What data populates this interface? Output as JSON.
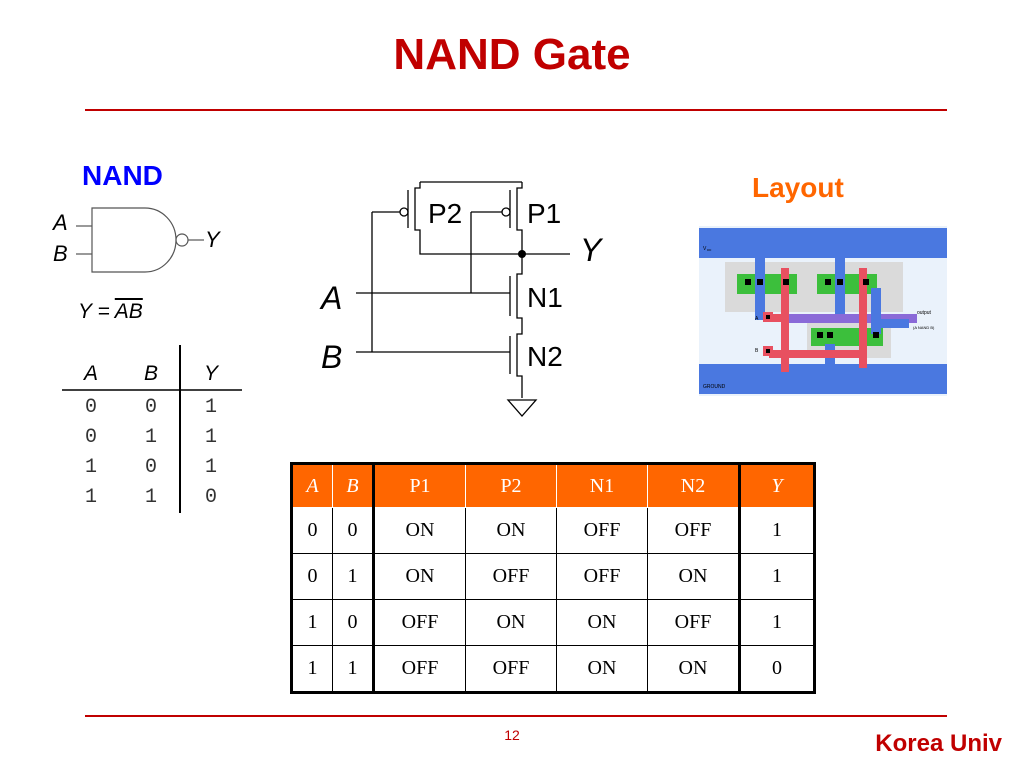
{
  "title": "NAND Gate",
  "nand_label": "NAND",
  "layout_label": "Layout",
  "gate": {
    "input_a": "A",
    "input_b": "B",
    "output": "Y"
  },
  "equation": {
    "lhs": "Y = ",
    "rhs": "AB"
  },
  "truth_table": {
    "headers": [
      "A",
      "B",
      "Y"
    ],
    "rows": [
      [
        "0",
        "0",
        "1"
      ],
      [
        "0",
        "1",
        "1"
      ],
      [
        "1",
        "0",
        "1"
      ],
      [
        "1",
        "1",
        "0"
      ]
    ]
  },
  "schematic": {
    "p2": "P2",
    "p1": "P1",
    "n1": "N1",
    "n2": "N2",
    "y": "Y",
    "a": "A",
    "b": "B"
  },
  "layout": {
    "vdd": "V",
    "vdd_sub": "DD",
    "output": "output",
    "expr": "(A NAND B)",
    "a": "A",
    "b": "B",
    "ground": "GROUND"
  },
  "states_table": {
    "headers": [
      "A",
      "B",
      "P1",
      "P2",
      "N1",
      "N2",
      "Y"
    ],
    "rows": [
      [
        "0",
        "0",
        "ON",
        "ON",
        "OFF",
        "OFF",
        "1"
      ],
      [
        "0",
        "1",
        "ON",
        "OFF",
        "OFF",
        "ON",
        "1"
      ],
      [
        "1",
        "0",
        "OFF",
        "ON",
        "ON",
        "OFF",
        "1"
      ],
      [
        "1",
        "1",
        "OFF",
        "OFF",
        "ON",
        "ON",
        "0"
      ]
    ]
  },
  "page_number": "12",
  "footer": "Korea Univ",
  "colors": {
    "accent": "#c00000",
    "nand_blue": "#0000ff",
    "layout_orange": "#ff6600",
    "header_fill": "#ff6600"
  }
}
